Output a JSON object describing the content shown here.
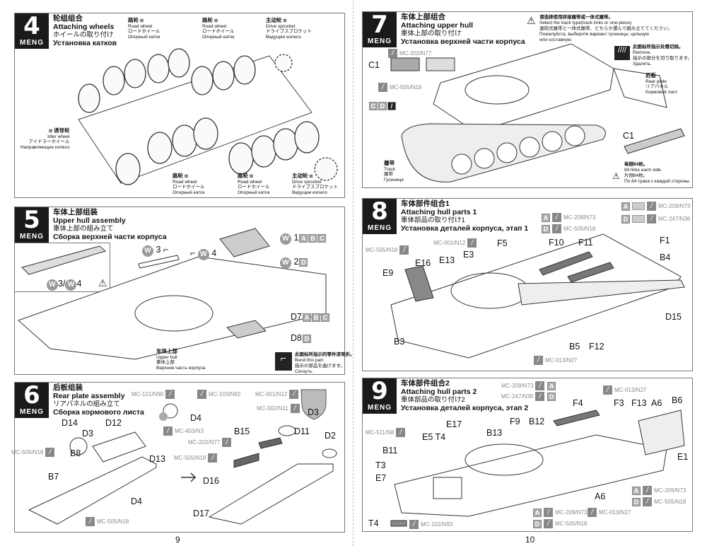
{
  "pages": {
    "left": "9",
    "right": "10"
  },
  "brand": "MENG",
  "common": {
    "road_wheel": {
      "zh": "路轮",
      "en": "Road wheel",
      "ja": "ロードホイール",
      "ru": "Опорный каток"
    },
    "drive_sprocket": {
      "zh": "主动轮",
      "en": "Drive sprocket",
      "ja": "ドライブスプロケット",
      "ru": "Ведущее колесо"
    },
    "idler_wheel": {
      "zh": "诱导轮",
      "en": "Idler wheel",
      "ja": "アイドラーホイール",
      "ru": "Направляющее колесо"
    }
  },
  "steps": [
    {
      "number": "4",
      "zh": "轮组组合",
      "en": "Attaching wheels",
      "ja": "ホイールの取り付け",
      "ru": "Установка катков"
    },
    {
      "number": "5",
      "zh": "车体上部组装",
      "en": "Upper hull assembly",
      "ja": "車体上部の組み立て",
      "ru": "Сборка верхней части корпуса",
      "w3": "3",
      "w4": "4",
      "w1": "1",
      "w2": "2",
      "inset": "3/",
      "inset2": "4",
      "d7": "D7",
      "d8": "D8",
      "A": "A",
      "B": "B",
      "C": "C",
      "D": "D",
      "upper_hull": {
        "zh": "车体上部",
        "en": "Upper hull",
        "ja": "車体上部",
        "ru": "Верхняя часть корпуса"
      },
      "bend_note": {
        "zh": "此图标所指示的零件须弯折。",
        "en": "Bend this part.",
        "ja": "指示の部品を曲げます。",
        "ru": "Согнуть."
      }
    },
    {
      "number": "6",
      "zh": "后板组装",
      "en": "Rear plate assembly",
      "ja": "リアパネルの組み立て",
      "ru": "Сборка кормового листа",
      "paints": [
        "MC-101/N90",
        "MC-103/N92",
        "MC-403/N3",
        "MC-001/N12",
        "MC-002/N11",
        "MC-505/N18",
        "MC-505/N18",
        "MC-202/N77",
        "MC-505/N18"
      ],
      "parts": [
        "D14",
        "D12",
        "D3",
        "D4",
        "D13",
        "B8",
        "B7",
        "D4",
        "D3",
        "B15",
        "D11",
        "D2",
        "D16",
        "D17"
      ]
    },
    {
      "number": "7",
      "zh": "车体上部组合",
      "en": "Attaching upper hull",
      "ja": "車体上部の取り付け",
      "ru": "Установка верхней части корпуса",
      "track_note": [
        "请选择使用拼接履带或一体式履带。",
        "Select the track type(track links or one-piece).",
        "連結式履帯と一体式履帯、どちらか選んで組み立ててください。",
        "Пожалуйста, выберите вариант гусеницы: цельную",
        "или составную."
      ],
      "remove_note": {
        "zh": "此图标所指示处需切除。",
        "en": "Remove.",
        "ja": "指示の部分を切り取ります。",
        "ru": "Удалить."
      },
      "rear_plate": {
        "zh": "后板",
        "en": "Rear plate",
        "ja": "リアパネル",
        "ru": "Кормовой лист"
      },
      "track": {
        "zh": "履带",
        "en": "Track",
        "ja": "履帯",
        "ru": "Гусеница"
      },
      "links_note": [
        "每侧84枚。",
        "84 links each side.",
        "片側84枚。",
        "По 84 трака с каждой стороны."
      ],
      "paints": [
        "MC-202/N77",
        "MC-505/N18"
      ],
      "parts": [
        "C1",
        "C1",
        "C",
        "D"
      ]
    },
    {
      "number": "8",
      "zh": "车体部件组合1",
      "en": "Attaching hull parts 1",
      "ja": "車体部品の取り付け1",
      "ru": "Установка деталей корпуса, этап 1",
      "paints": [
        "MC-209/N73",
        "MC-505/N18",
        "MC-209/N73",
        "MC-247/N36",
        "MC-001/N12",
        "MC-505/N18",
        "MC-013/N27"
      ],
      "letters": [
        "A",
        "D",
        "A",
        "D"
      ],
      "parts": [
        "F10",
        "F11",
        "F1",
        "F5",
        "E3",
        "E13",
        "E16",
        "E9",
        "B4",
        "D15",
        "B3",
        "B5",
        "F12"
      ]
    },
    {
      "number": "9",
      "zh": "车体部件组合2",
      "en": "Attaching hull parts 2",
      "ja": "車体部品の取り付け2",
      "ru": "Установка деталей корпуса, этап 2",
      "paints": [
        "MC-209/N73",
        "MC-247/N36",
        "MC-013/N27",
        "MC-511/N8",
        "MC-209/N73",
        "MC-505/N18",
        "MC-209/N73",
        "MC-505/N18",
        "MC-013/N27",
        "MC-102/N93"
      ],
      "letters": [
        "A",
        "D",
        "A",
        "D",
        "A",
        "D"
      ],
      "parts": [
        "F4",
        "F3",
        "F13",
        "A6",
        "B6",
        "F9",
        "B12",
        "E17",
        "B13",
        "E5 T4",
        "B11",
        "T3",
        "E7",
        "E1",
        "A6",
        "T4"
      ]
    }
  ]
}
